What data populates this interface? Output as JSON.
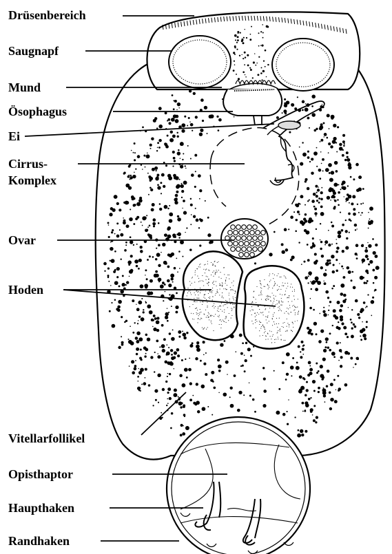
{
  "diagram": {
    "colors": {
      "ink": "#000000",
      "paper": "#ffffff",
      "egg": "#dddddd"
    },
    "labels": {
      "druesenbereich": "Drüsenbereich",
      "saugnapf": "Saugnapf",
      "mund": "Mund",
      "oesophagus": "Ösophagus",
      "ei": "Ei",
      "cirrus_line1": "Cirrus-",
      "cirrus_line2": "Komplex",
      "ovar": "Ovar",
      "hoden": "Hoden",
      "vitellarfollikel": "Vitellarfollikel",
      "opisthaptor": "Opisthaptor",
      "haupthaken": "Haupthaken",
      "randhaken": "Randhaken"
    }
  }
}
